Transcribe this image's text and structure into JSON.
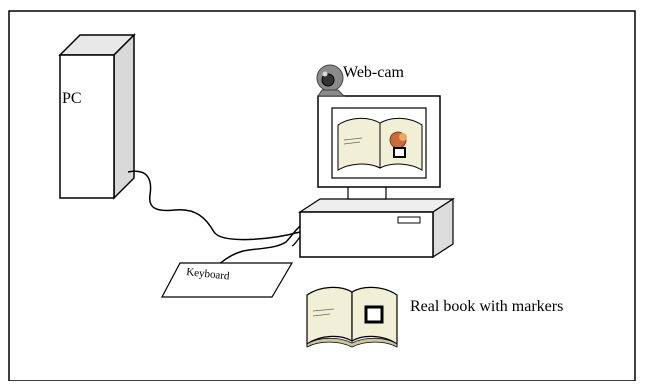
{
  "diagram": {
    "labels": {
      "pc": "PC",
      "webcam": "Web-cam",
      "keyboard": "Keyboard",
      "real_book": "Real book with markers"
    },
    "colors": {
      "stroke": "#000000",
      "tower_front": "#ffffff",
      "tower_side": "#d9d9d9",
      "tower_top": "#e8e8e8",
      "book_page": "#f1efd6",
      "book_edge": "#c8c59a",
      "webcam_body": "#8a8a8a",
      "webcam_lens": "#333333",
      "page_figure": "#c86a3a"
    }
  }
}
